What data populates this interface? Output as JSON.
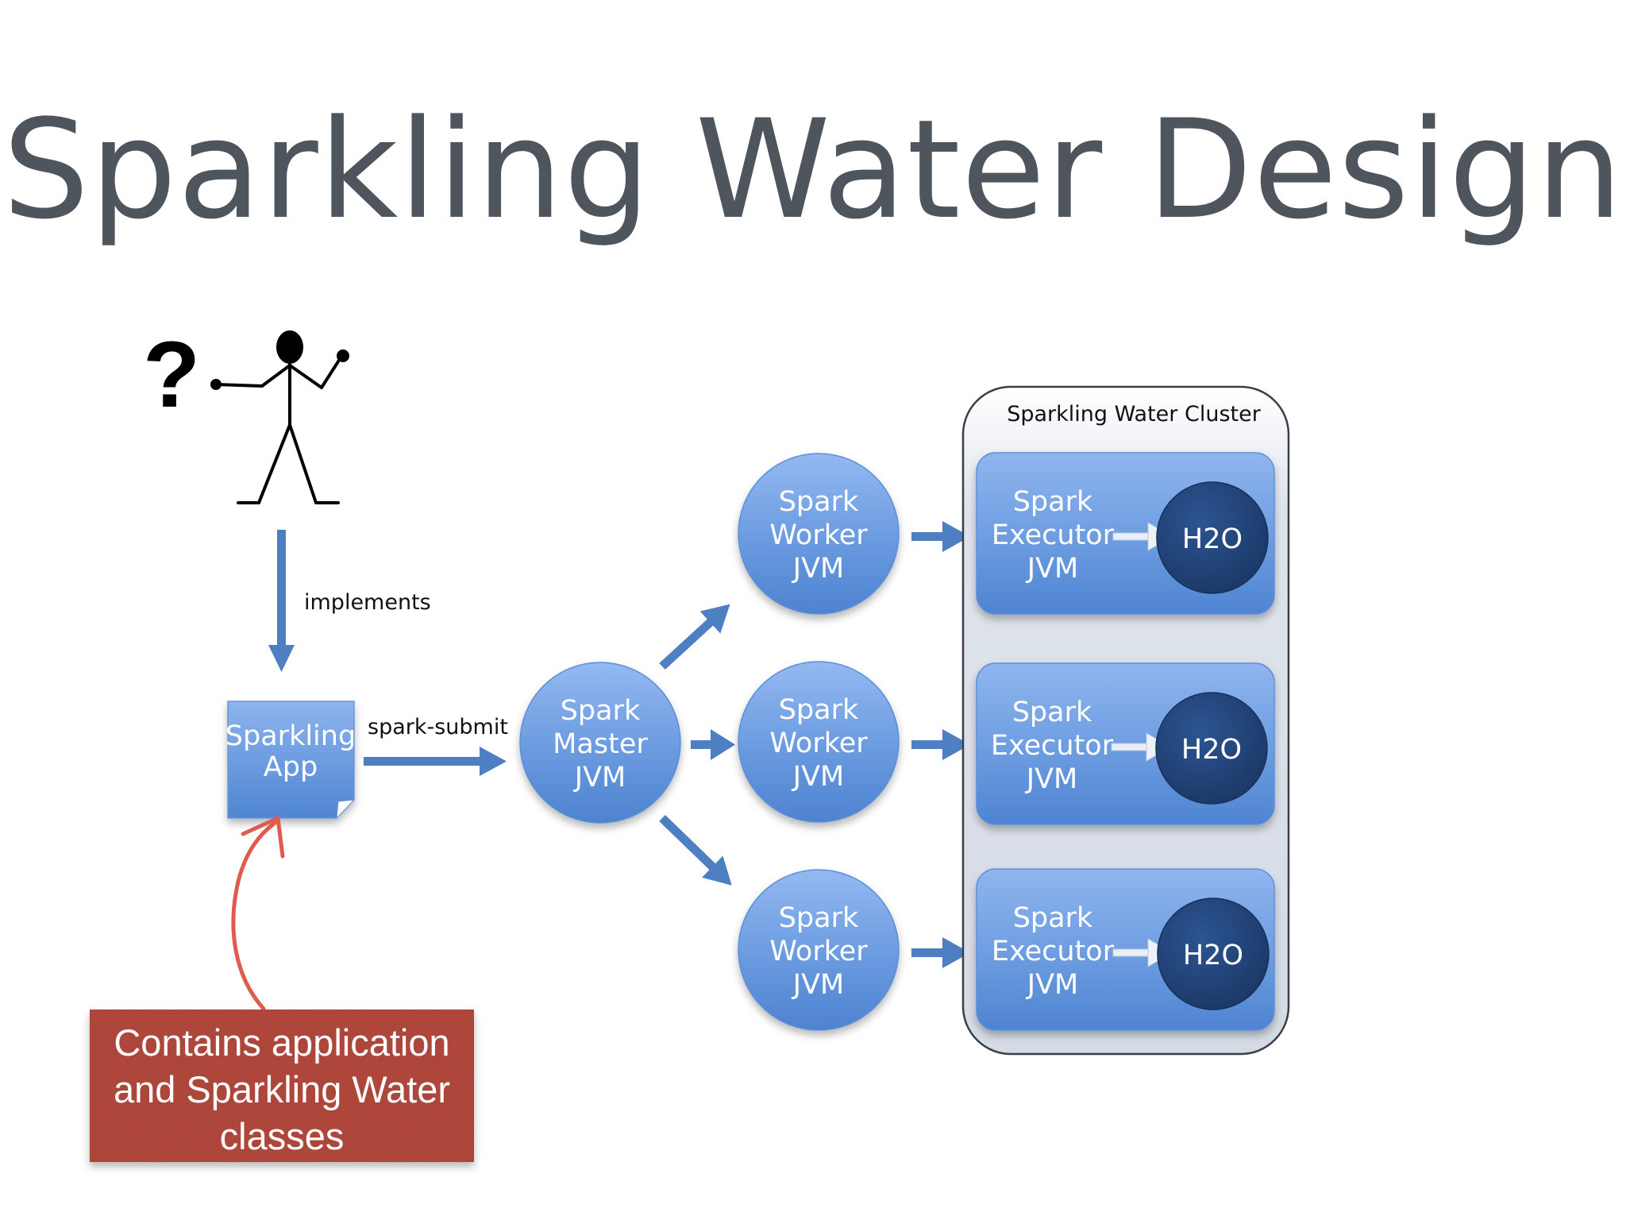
{
  "title": "Sparkling Water Design",
  "question_mark": "?",
  "edges": {
    "implements": "implements",
    "spark_submit": "spark-submit"
  },
  "app": {
    "line1": "Sparkling",
    "line2": "App"
  },
  "master": {
    "line1": "Spark",
    "line2": "Master",
    "line3": "JVM"
  },
  "workers": [
    {
      "line1": "Spark",
      "line2": "Worker",
      "line3": "JVM"
    },
    {
      "line1": "Spark",
      "line2": "Worker",
      "line3": "JVM"
    },
    {
      "line1": "Spark",
      "line2": "Worker",
      "line3": "JVM"
    }
  ],
  "cluster": {
    "label": "Sparkling Water Cluster",
    "executors": [
      {
        "line1": "Spark",
        "line2": "Executor",
        "line3": "JVM",
        "h2o": "H2O"
      },
      {
        "line1": "Spark",
        "line2": "Executor",
        "line3": "JVM",
        "h2o": "H2O"
      },
      {
        "line1": "Spark",
        "line2": "Executor",
        "line3": "JVM",
        "h2o": "H2O"
      }
    ]
  },
  "callout": {
    "line1": "Contains application",
    "line2": "and Sparkling Water",
    "line3": "classes"
  },
  "colors": {
    "node_blue": "#5b8fd9",
    "dark_h2o": "#1f3f73",
    "arrow_blue": "#4f7fc3",
    "callout_red": "#b24a3c",
    "annotation_red": "#e05a4e",
    "title_gray": "#4e555d"
  }
}
